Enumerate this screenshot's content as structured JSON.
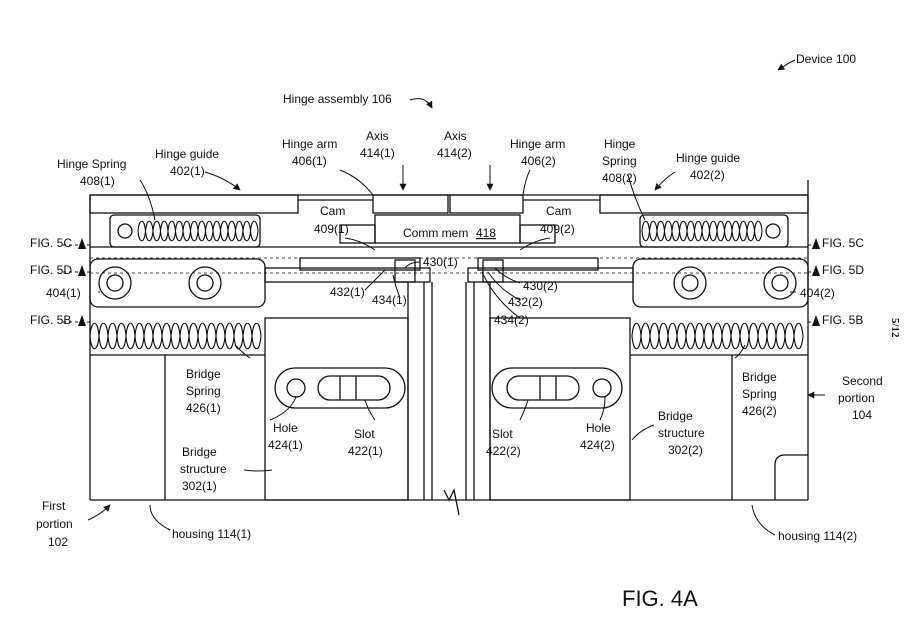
{
  "title": "FIG. 4A",
  "sheet": "5/12",
  "labels": {
    "device": "Device 100",
    "hinge_assembly": "Hinge assembly 106",
    "hinge_spring_l1": "Hinge Spring",
    "hinge_spring_l2": "408(1)",
    "hinge_guide_l1": "Hinge guide",
    "hinge_guide_l2": "402(1)",
    "hinge_arm_l1": "Hinge arm",
    "hinge_arm_l2": "406(1)",
    "axis_l1": "Axis",
    "axis_l2": "414(1)",
    "axis2_l1": "Axis",
    "axis2_l2": "414(2)",
    "hinge_arm2_l1": "Hinge arm",
    "hinge_arm2_l2": "406(2)",
    "hinge_spring2_l1": "Hinge",
    "hinge_spring2_l2": "Spring",
    "hinge_spring2_l3": "408(2)",
    "hinge_guide2_l1": "Hinge guide",
    "hinge_guide2_l2": "402(2)",
    "cam_l1": "Cam",
    "cam_l2": "409(1)",
    "cam2_l1": "Cam",
    "cam2_l2": "409(2)",
    "comm_mem": "Comm mem",
    "comm_mem_num": "418",
    "fig5c_left": "FIG. 5C",
    "fig5d_left": "FIG. 5D",
    "fig5b_left": "FIG. 5B",
    "fig5c_right": "FIG. 5C",
    "fig5d_right": "FIG. 5D",
    "fig5b_right": "FIG. 5B",
    "lbl_404_1": "404(1)",
    "lbl_404_2": "404(2)",
    "lbl_430_1": "430(1)",
    "lbl_430_2": "430(2)",
    "lbl_432_1": "432(1)",
    "lbl_432_2": "432(2)",
    "lbl_434_1": "434(1)",
    "lbl_434_2": "434(2)",
    "bridge_spring_l1": "Bridge",
    "bridge_spring_l2": "Spring",
    "bridge_spring_l3": "426(1)",
    "bridge_spring2_l1": "Bridge",
    "bridge_spring2_l2": "Spring",
    "bridge_spring2_l3": "426(2)",
    "hole_l1": "Hole",
    "hole_l2": "424(1)",
    "slot_l1": "Slot",
    "slot_l2": "422(1)",
    "slot2_l1": "Slot",
    "slot2_l2": "422(2)",
    "hole2_l1": "Hole",
    "hole2_l2": "424(2)",
    "bridge_struct_l1": "Bridge",
    "bridge_struct_l2": "structure",
    "bridge_struct_l3": "302(1)",
    "bridge_struct2_l1": "Bridge",
    "bridge_struct2_l2": "structure",
    "bridge_struct2_l3": "302(2)",
    "second_portion_l1": "Second",
    "second_portion_l2": "portion",
    "second_portion_l3": "104",
    "first_portion_l1": "First",
    "first_portion_l2": "portion",
    "first_portion_l3": "102",
    "housing_l": "housing 114(1)",
    "housing_r": "housing 114(2)"
  }
}
